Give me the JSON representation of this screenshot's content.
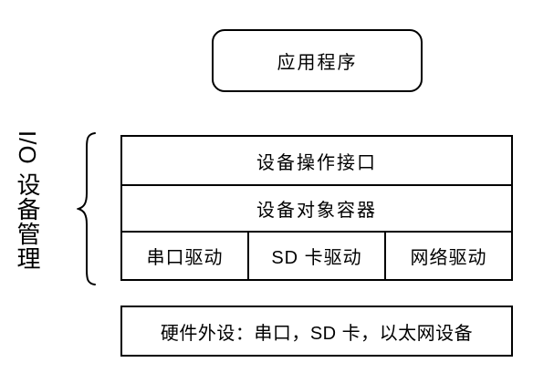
{
  "diagram": {
    "title_block": {
      "label": "应用程序"
    },
    "side_group": {
      "label": "I/O 设备管理",
      "brace_icon": "curly-brace-left"
    },
    "stack": {
      "interface_row": {
        "label": "设备操作接口"
      },
      "container_row": {
        "label": "设备对象容器"
      },
      "drivers": [
        {
          "label": "串口驱动"
        },
        {
          "label": "SD 卡驱动"
        },
        {
          "label": "网络驱动"
        }
      ]
    },
    "hardware_row": {
      "label": "硬件外设：串口，SD 卡，以太网设备"
    },
    "colors": {
      "line": "#000000",
      "text": "#000000",
      "background": "#ffffff"
    }
  }
}
